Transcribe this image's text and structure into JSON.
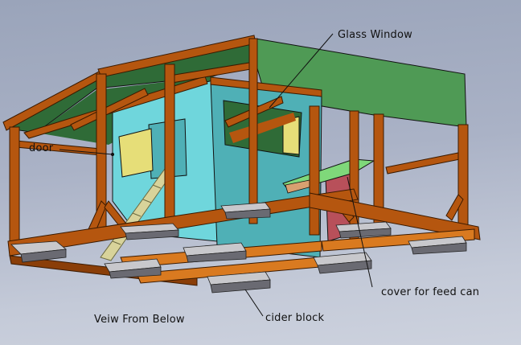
{
  "title": "Veiw From Below",
  "annotations": {
    "glass_window": "Glass Window",
    "door": "door",
    "cover_for_feed_can": "cover for feed can",
    "cider_block": "cider block",
    "view_caption": "Veiw From Below"
  },
  "colors": {
    "background": "#a9b2c4",
    "wood": "#b5560f",
    "wood_dark": "#8a3e08",
    "wood_light": "#d97a20",
    "roof_green": "#4f9a55",
    "roof_green_dark": "#2f6b37",
    "wall_cyan": "#6fd6dc",
    "wall_teal": "#4fb0b6",
    "door_yellow": "#e6de78",
    "feed_cover_green": "#7fd87a",
    "feed_can_red": "#b8505a",
    "block_gray": "#8a8a92",
    "block_light": "#c8c8cc",
    "ladder": "#d8d39a"
  }
}
